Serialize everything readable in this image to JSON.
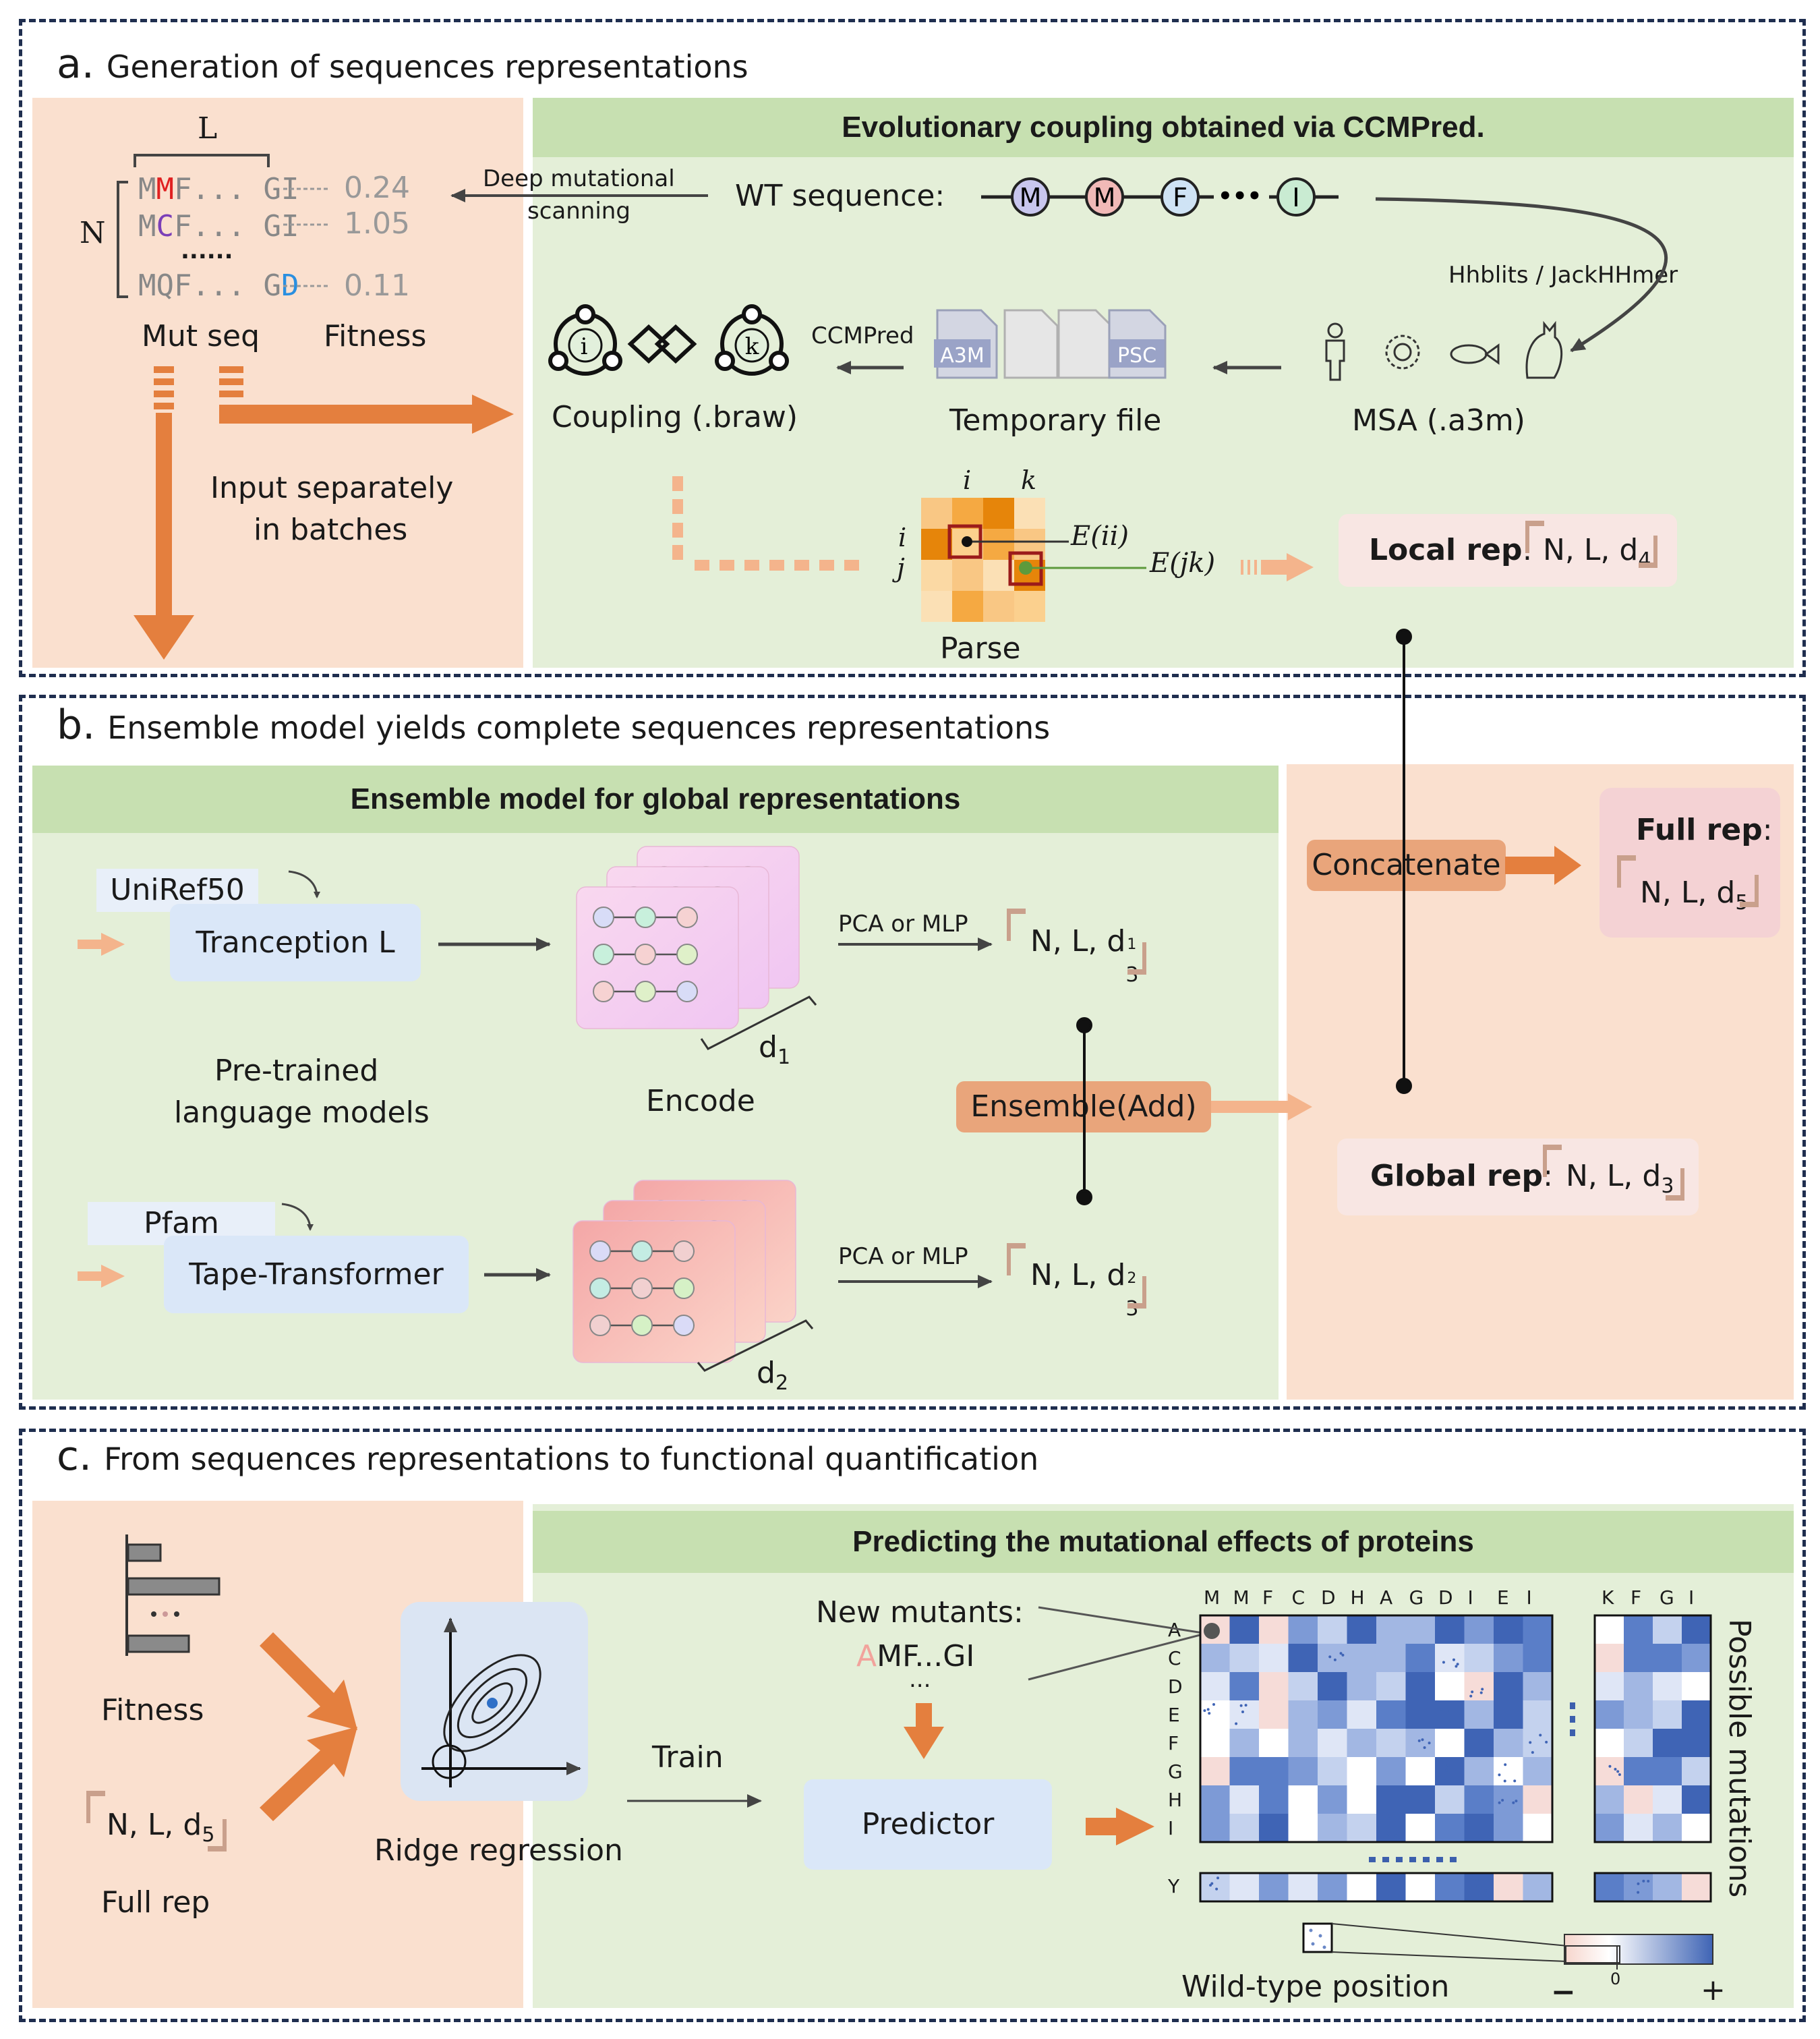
{
  "panel_a": {
    "letter": "a.",
    "title": "Generation of sequences representations",
    "header": "Evolutionary coupling obtained via CCMPred.",
    "L_label": "L",
    "N_label": "N",
    "mut_rows": [
      {
        "p1": "M",
        "p2": "M",
        "p3": "F",
        "dots": "...",
        "tail": "GI",
        "value": "0.24"
      },
      {
        "p1": "M",
        "p2": "C",
        "p3": "F",
        "dots": "...",
        "tail": "GI",
        "value": "1.05"
      },
      {
        "p1": "M",
        "p2": "Q",
        "p3": "F",
        "dots": "...",
        "tail1": "G",
        "tail2": "D",
        "value": "0.11"
      }
    ],
    "row_ellipsis": "......",
    "mut_seq": "Mut seq",
    "fitness": "Fitness",
    "dms_line1": "Deep mutational",
    "dms_line2": "scanning",
    "wt_label": "WT sequence:",
    "wt_nodes": [
      "M",
      "M",
      "F",
      "I"
    ],
    "wt_ellipsis": "•••",
    "hhblits": "Hhblits / JackHHmer",
    "ccmpred": "CCMPred",
    "coupling_label": "Coupling (.braw)",
    "coupling_i": "i",
    "coupling_k": "k",
    "file_a3m": "A3M",
    "file_psc": "PSC",
    "temp_file": "Temporary file",
    "msa": "MSA (.a3m)",
    "input_line1": "Input separately",
    "input_line2": "in batches",
    "parse_i": "i",
    "parse_k": "k",
    "parse_i_row": "i",
    "parse_j_row": "j",
    "eii": "E(ii)",
    "ejk": "E(jk)",
    "parse": "Parse",
    "local_rep": "Local rep",
    "local_dims": "N, L, d",
    "local_sub": "4"
  },
  "panel_b": {
    "letter": "b.",
    "title": "Ensemble model yields complete sequences representations",
    "header": "Ensemble model for global representations",
    "uniref": "UniRef50",
    "tranception": "Tranception L",
    "pfam": "Pfam",
    "tape": "Tape-Transformer",
    "pretrained1": "Pre-trained",
    "pretrained2": "language models",
    "encode": "Encode",
    "d1": "d",
    "d1_sub": "1",
    "d2": "d",
    "d2_sub": "2",
    "pca1": "PCA or MLP",
    "pca2": "PCA or MLP",
    "out1": "N, L, d",
    "out1_sub": "3",
    "out1_sup": "1",
    "out2": "N, L, d",
    "out2_sub": "3",
    "out2_sup": "2",
    "ensemble": "Ensemble(Add)",
    "concatenate": "Concatenate",
    "full_rep": "Full rep",
    "full_dims": "N, L, d",
    "full_sub": "5",
    "global_rep": "Global rep",
    "global_dims": "N, L, d",
    "global_sub": "3",
    "colon": ":"
  },
  "panel_c": {
    "letter": "c.",
    "title": "From sequences representations to functional quantification",
    "header": "Predicting the mutational effects of proteins",
    "fitness": "Fitness",
    "full_dims": "N, L, d",
    "full_sub": "5",
    "full_rep": "Full rep",
    "ridge": "Ridge regression",
    "train": "Train",
    "new_mutants": "New mutants:",
    "mutant_first": "A",
    "mutant_rest": "MF...GI",
    "mutant_dots": "...",
    "predictor": "Predictor",
    "col_labels": [
      "M",
      "M",
      "F",
      "C",
      "D",
      "H",
      "A",
      "G",
      "D",
      "I",
      "E",
      "I"
    ],
    "col_labels_right": [
      "K",
      "F",
      "G",
      "I"
    ],
    "row_labels": [
      "A",
      "C",
      "D",
      "E",
      "F",
      "G",
      "H",
      "I"
    ],
    "y_label": "Y",
    "possible": "Possible mutations",
    "wild_type": "Wild-type position",
    "minus": "−",
    "zero": "0",
    "plus": "+"
  },
  "colors": {
    "peach": "#fae0cf",
    "green_bg": "#e4efd8",
    "green_band": "#c7e0b1",
    "orange_arrow": "#e47f3e",
    "panel_border": "#1f2e4f",
    "heatmap_max": "#3f64b5"
  }
}
